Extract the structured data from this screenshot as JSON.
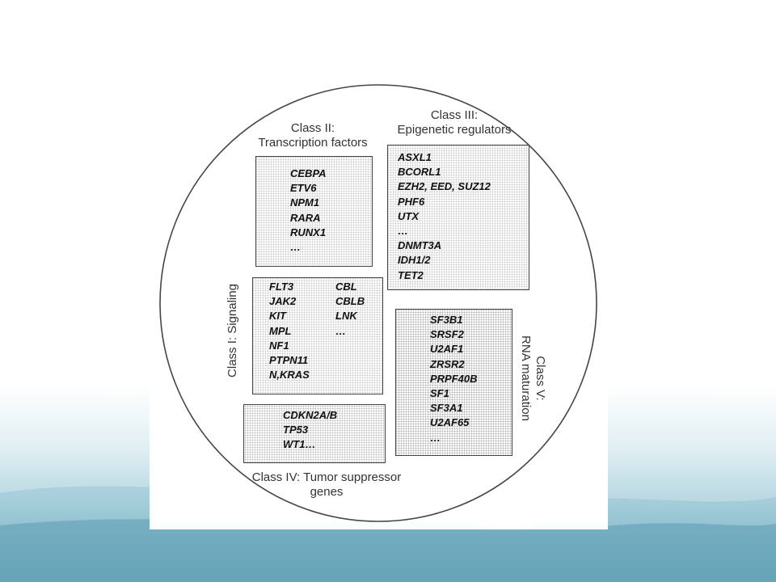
{
  "classes": {
    "class2": {
      "title_line1": "Class II:",
      "title_line2": "Transcription factors",
      "genes": [
        "CEBPA",
        "ETV6",
        "NPM1",
        "RARA",
        "RUNX1",
        "…"
      ]
    },
    "class3": {
      "title_line1": "Class III:",
      "title_line2": "Epigenetic regulators",
      "genes": [
        "ASXL1",
        "BCORL1",
        "EZH2, EED, SUZ12",
        "PHF6",
        "UTX",
        "…",
        "DNMT3A",
        "IDH1/2",
        "TET2"
      ]
    },
    "class1": {
      "title": "Class I: Signaling",
      "genes_col1": [
        "FLT3",
        "JAK2",
        "KIT",
        "MPL",
        "NF1",
        "PTPN11",
        "N,KRAS"
      ],
      "genes_col2": [
        "CBL",
        "CBLB",
        "LNK",
        "…"
      ]
    },
    "class5": {
      "title_line1": "Class V:",
      "title_line2": "RNA maturation",
      "genes": [
        "SF3B1",
        "SRSF2",
        "U2AF1",
        "ZRSR2",
        "PRPF40B",
        "SF1",
        "SF3A1",
        "U2AF65",
        "…"
      ]
    },
    "class4": {
      "title_line1": "Class IV: Tumor suppressor",
      "title_line2": "genes",
      "genes": [
        "CDKN2A/B",
        "TP53",
        "WT1…"
      ]
    }
  },
  "colors": {
    "background_top": "#ffffff",
    "background_bottom": "#5b9cb2",
    "circle_stroke": "#444444",
    "text": "#333333"
  }
}
